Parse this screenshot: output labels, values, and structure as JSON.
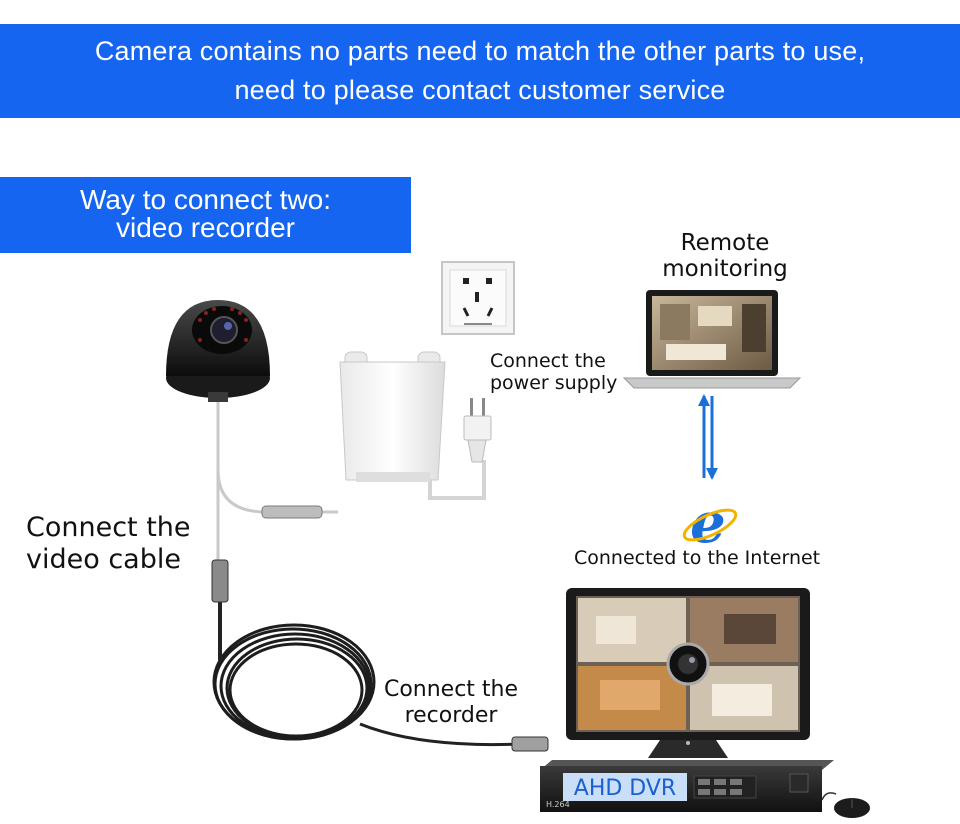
{
  "banner": {
    "line1": "Camera contains no parts need to match the other parts to use,",
    "line2": "need to please contact customer service"
  },
  "section": {
    "line1": "Way to connect two:",
    "line2": "video recorder"
  },
  "labels": {
    "remote_line1": "Remote",
    "remote_line2": "monitoring",
    "power_line1": "Connect the",
    "power_line2": "power supply",
    "video_line1": "Connect the",
    "video_line2": "video cable",
    "internet": "Connected to the Internet",
    "recorder_line1": "Connect the",
    "recorder_line2": "recorder"
  },
  "dvr": {
    "badge": "AHD DVR",
    "model": "H.264"
  },
  "icons": {
    "camera": "dome-camera-icon",
    "outlet": "wall-outlet-icon",
    "adapter": "power-adapter-icon",
    "plug": "power-plug-icon",
    "laptop": "laptop-icon",
    "internet": "internet-explorer-icon",
    "monitor": "monitor-icon",
    "recorder": "dvr-icon",
    "mouse": "mouse-icon",
    "cable": "coiled-cable-icon"
  },
  "colors": {
    "brand_blue": "#1565f0",
    "arrow_blue": "#1b6fd8"
  }
}
